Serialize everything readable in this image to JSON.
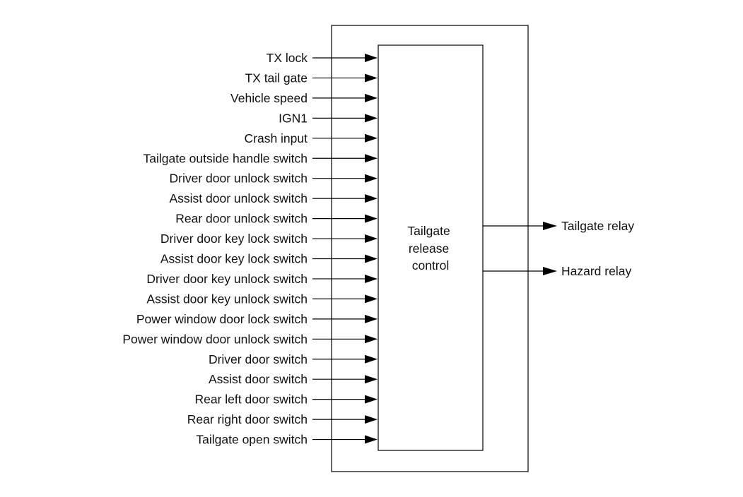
{
  "diagram": {
    "controller": {
      "lines": [
        "Tailgate",
        "release",
        "control"
      ]
    },
    "inputs": [
      "TX lock",
      "TX tail gate",
      "Vehicle speed",
      "IGN1",
      "Crash input",
      "Tailgate outside handle switch",
      "Driver door unlock switch",
      "Assist door unlock switch",
      "Rear door unlock switch",
      "Driver door key lock switch",
      "Assist door key lock switch",
      "Driver door key unlock switch",
      "Assist door key unlock switch",
      "Power window door lock switch",
      "Power window door unlock switch",
      "Driver door switch",
      "Assist door switch",
      "Rear left door switch",
      "Rear right door switch",
      "Tailgate open switch"
    ],
    "outputs": [
      "Tailgate relay",
      "Hazard relay"
    ]
  }
}
